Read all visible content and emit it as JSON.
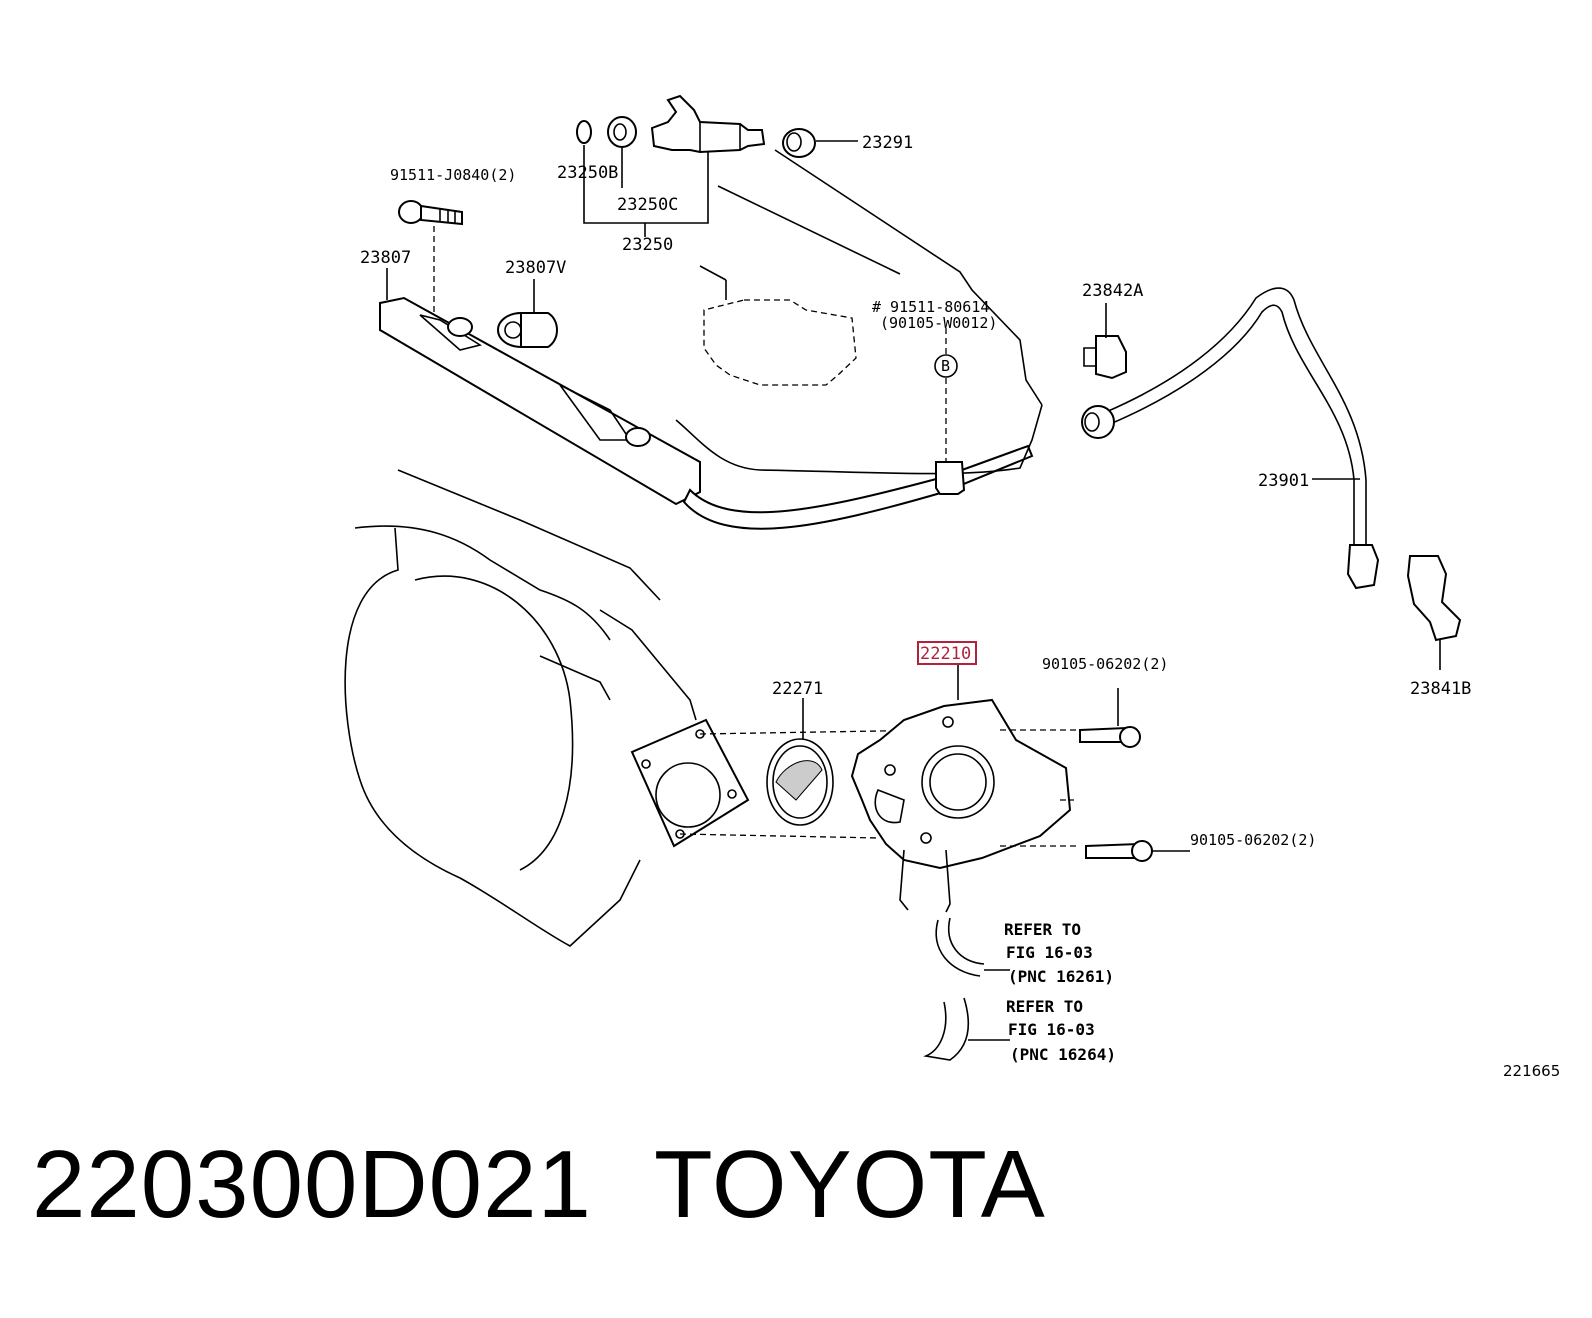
{
  "callouts": {
    "c_23291": "23291",
    "c_23250B": "23250B",
    "c_23250C": "23250C",
    "c_23250": "23250",
    "c_91511J": "91511-J0840(2)",
    "c_23807": "23807",
    "c_23807V": "23807V",
    "c_91511_80614": "# 91511-80614",
    "c_90105W": "(90105-W0012)",
    "c_B": "B",
    "c_23842A": "23842A",
    "c_23901": "23901",
    "c_23841B": "23841B",
    "c_22210": "22210",
    "c_22271": "22271",
    "c_90105_top": "90105-06202(2)",
    "c_90105_bot": "90105-06202(2)"
  },
  "notes": {
    "refer1_l1": "REFER TO",
    "refer1_l2": "FIG 16-03",
    "refer1_l3": "(PNC 16261)",
    "refer2_l1": "REFER TO",
    "refer2_l2": "FIG 16-03",
    "refer2_l3": "(PNC 16264)"
  },
  "diagram_id": "221665",
  "footer": {
    "part_number": "220300D021",
    "brand": "TOYOTA"
  },
  "colors": {
    "highlight": "#b0233a"
  }
}
